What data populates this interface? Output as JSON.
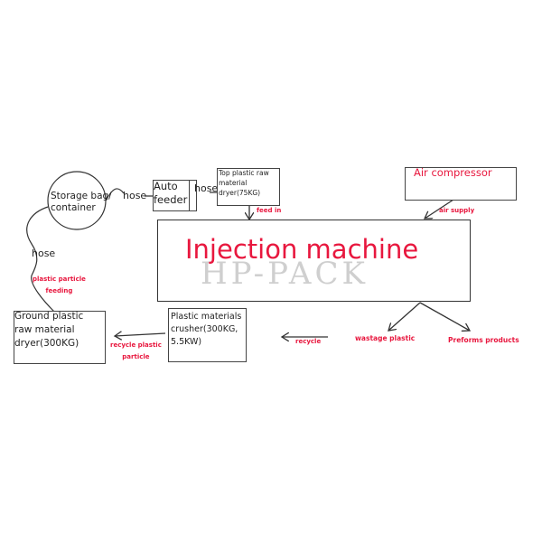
{
  "diagram": {
    "title": "Injection machine",
    "nodes": {
      "storage": {
        "label_line1": "Storage bag/",
        "label_line2": "container"
      },
      "auto_feeder": {
        "label_line1": "Auto",
        "label_line2": "feeder"
      },
      "top_dryer": {
        "label_line1": "Top plastic raw",
        "label_line2": "material",
        "label_line3": "dryer(75KG)"
      },
      "air_compressor": {
        "label": "Air compressor"
      },
      "injection_machine": {
        "label": "Injection machine",
        "watermark": "HP-PACK"
      },
      "ground_dryer": {
        "label_line1": "Ground plastic",
        "label_line2": "raw material",
        "label_line3": "dryer(300KG)"
      },
      "crusher": {
        "label_line1": "Plastic materials",
        "label_line2": "crusher(300KG,",
        "label_line3": "5.5KW)"
      }
    },
    "connections": {
      "hose1": "hose",
      "hose2": "hose",
      "hose3": "hose",
      "feed_in": "feed in",
      "air_supply": "air supply",
      "plastic_particle_line1": "plastic particle",
      "plastic_particle_line2": "feeding",
      "recycle": "recycle",
      "recycle_plastic_line1": "recycle plastic",
      "recycle_plastic_line2": "particle",
      "wastage": "wastage plastic",
      "preforms": "Preforms products"
    },
    "colors": {
      "accent": "#e8173e",
      "line": "#333333"
    }
  }
}
